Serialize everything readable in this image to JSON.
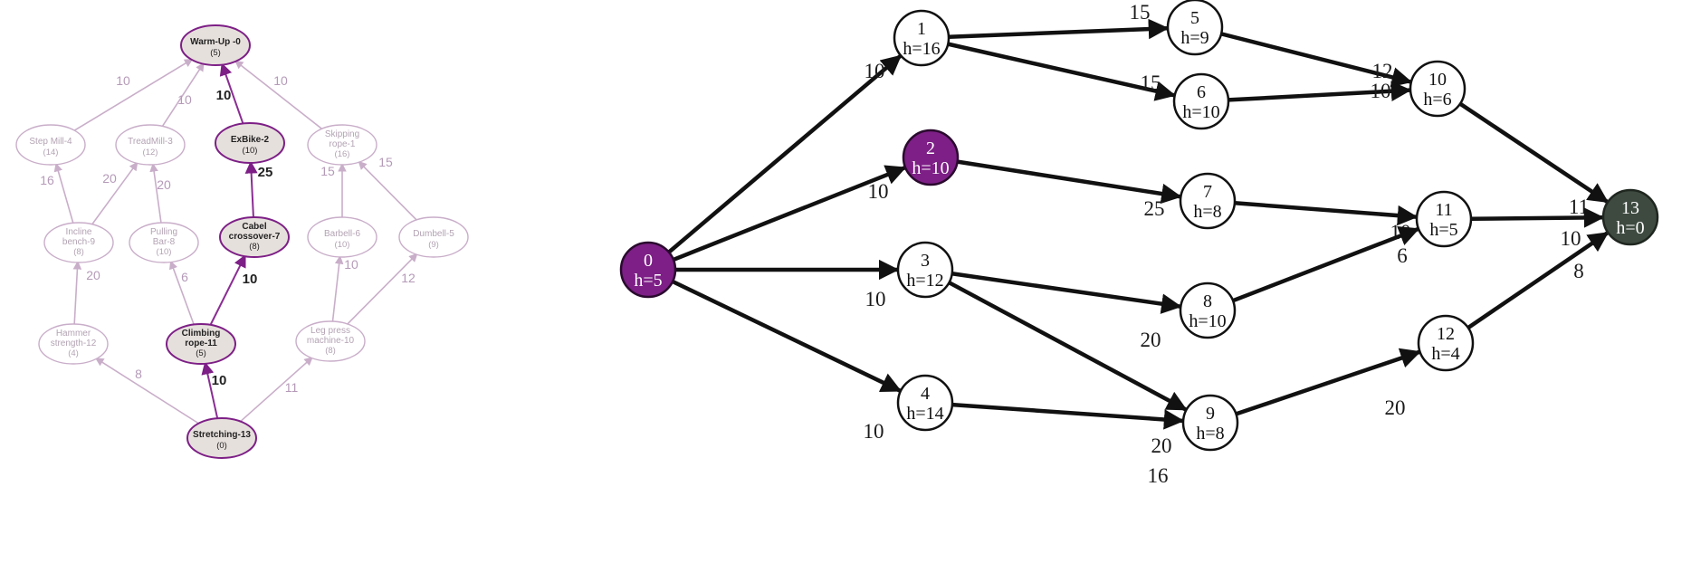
{
  "colors": {
    "purple": "#7d1f86",
    "purple_edge": "#8a2d93",
    "highlight_fill": "#e6e0dc",
    "faded_stroke": "#c9aec9",
    "faded_fill": "#ffffff",
    "faded_text": "#b3a3b3",
    "faded_weight": "#b59ab8",
    "dark_text": "#222222",
    "goal_fill": "#3e4a40",
    "edge_black": "#111111"
  },
  "left_graph": {
    "nodes": [
      {
        "id": "warmup",
        "name": "Warm-Up -0",
        "h": "(5)",
        "highlight": true
      },
      {
        "id": "stepmill",
        "name": "Step Mill-4",
        "h": "(14)",
        "highlight": false
      },
      {
        "id": "treadmill",
        "name": "TreadMill-3",
        "h": "(12)",
        "highlight": false
      },
      {
        "id": "exbike",
        "name": "ExBike-2",
        "h": "(10)",
        "highlight": true
      },
      {
        "id": "skipping",
        "name": "Skipping rope-1",
        "h": "(16)",
        "highlight": false
      },
      {
        "id": "incline",
        "name": "Incline bench-9",
        "h": "(8)",
        "highlight": false
      },
      {
        "id": "pullingbar",
        "name": "Pulling Bar-8",
        "h": "(10)",
        "highlight": false
      },
      {
        "id": "cabel",
        "name": "Cabel crossover-7",
        "h": "(8)",
        "highlight": true
      },
      {
        "id": "barbell",
        "name": "Barbell-6",
        "h": "(10)",
        "highlight": false
      },
      {
        "id": "dumbell",
        "name": "Dumbell-5",
        "h": "(9)",
        "highlight": false
      },
      {
        "id": "hammer",
        "name": "Hammer strength-12",
        "h": "(4)",
        "highlight": false
      },
      {
        "id": "climbing",
        "name": "Climbing rope-11",
        "h": "(5)",
        "highlight": true
      },
      {
        "id": "legpress",
        "name": "Leg press machine-10",
        "h": "(8)",
        "highlight": false
      },
      {
        "id": "stretching",
        "name": "Stretching-13",
        "h": "(0)",
        "highlight": true
      }
    ],
    "edges": [
      {
        "from": "warmup",
        "to": "stepmill",
        "w": "10",
        "highlight": false
      },
      {
        "from": "warmup",
        "to": "treadmill",
        "w": "10",
        "highlight": false
      },
      {
        "from": "warmup",
        "to": "exbike",
        "w": "10",
        "highlight": true
      },
      {
        "from": "warmup",
        "to": "skipping",
        "w": "10",
        "highlight": false
      },
      {
        "from": "stepmill",
        "to": "incline",
        "w": "16",
        "highlight": false
      },
      {
        "from": "treadmill",
        "to": "incline",
        "w": "20",
        "highlight": false
      },
      {
        "from": "treadmill",
        "to": "pullingbar",
        "w": "20",
        "highlight": false
      },
      {
        "from": "exbike",
        "to": "cabel",
        "w": "25",
        "highlight": true
      },
      {
        "from": "skipping",
        "to": "barbell",
        "w": "15",
        "highlight": false
      },
      {
        "from": "skipping",
        "to": "dumbell",
        "w": "15",
        "highlight": false
      },
      {
        "from": "incline",
        "to": "hammer",
        "w": "20",
        "highlight": false
      },
      {
        "from": "pullingbar",
        "to": "climbing",
        "w": "6",
        "highlight": false
      },
      {
        "from": "cabel",
        "to": "climbing",
        "w": "10",
        "highlight": true
      },
      {
        "from": "barbell",
        "to": "legpress",
        "w": "10",
        "highlight": false
      },
      {
        "from": "dumbell",
        "to": "legpress",
        "w": "12",
        "highlight": false
      },
      {
        "from": "hammer",
        "to": "stretching",
        "w": "8",
        "highlight": false
      },
      {
        "from": "climbing",
        "to": "stretching",
        "w": "10",
        "highlight": true
      },
      {
        "from": "legpress",
        "to": "stretching",
        "w": "11",
        "highlight": false
      }
    ]
  },
  "right_graph": {
    "nodes": [
      {
        "id": "n0",
        "num": "0",
        "h": "h=5",
        "style": "start"
      },
      {
        "id": "n1",
        "num": "1",
        "h": "h=16",
        "style": "plain"
      },
      {
        "id": "n2",
        "num": "2",
        "h": "h=10",
        "style": "start"
      },
      {
        "id": "n3",
        "num": "3",
        "h": "h=12",
        "style": "plain"
      },
      {
        "id": "n4",
        "num": "4",
        "h": "h=14",
        "style": "plain"
      },
      {
        "id": "n5",
        "num": "5",
        "h": "h=9",
        "style": "plain"
      },
      {
        "id": "n6",
        "num": "6",
        "h": "h=10",
        "style": "plain"
      },
      {
        "id": "n7",
        "num": "7",
        "h": "h=8",
        "style": "plain"
      },
      {
        "id": "n8",
        "num": "8",
        "h": "h=10",
        "style": "plain"
      },
      {
        "id": "n9",
        "num": "9",
        "h": "h=8",
        "style": "plain"
      },
      {
        "id": "n10",
        "num": "10",
        "h": "h=6",
        "style": "plain"
      },
      {
        "id": "n11",
        "num": "11",
        "h": "h=5",
        "style": "plain"
      },
      {
        "id": "n12",
        "num": "12",
        "h": "h=4",
        "style": "plain"
      },
      {
        "id": "n13",
        "num": "13",
        "h": "h=0",
        "style": "goal"
      }
    ],
    "edges": [
      {
        "from": "n0",
        "to": "n1",
        "w": "10"
      },
      {
        "from": "n0",
        "to": "n2",
        "w": "10"
      },
      {
        "from": "n0",
        "to": "n3",
        "w": "10"
      },
      {
        "from": "n0",
        "to": "n4",
        "w": "10"
      },
      {
        "from": "n1",
        "to": "n5",
        "w": "15"
      },
      {
        "from": "n1",
        "to": "n6",
        "w": "15"
      },
      {
        "from": "n2",
        "to": "n7",
        "w": "25"
      },
      {
        "from": "n3",
        "to": "n8",
        "w": "20"
      },
      {
        "from": "n3",
        "to": "n9",
        "w": "20"
      },
      {
        "from": "n4",
        "to": "n9",
        "w": "16"
      },
      {
        "from": "n5",
        "to": "n10",
        "w": "12"
      },
      {
        "from": "n6",
        "to": "n10",
        "w": "10"
      },
      {
        "from": "n7",
        "to": "n11",
        "w": "10"
      },
      {
        "from": "n8",
        "to": "n11",
        "w": "6"
      },
      {
        "from": "n9",
        "to": "n12",
        "w": "20"
      },
      {
        "from": "n10",
        "to": "n13",
        "w": "11"
      },
      {
        "from": "n11",
        "to": "n13",
        "w": "10"
      },
      {
        "from": "n12",
        "to": "n13",
        "w": "8"
      }
    ]
  }
}
